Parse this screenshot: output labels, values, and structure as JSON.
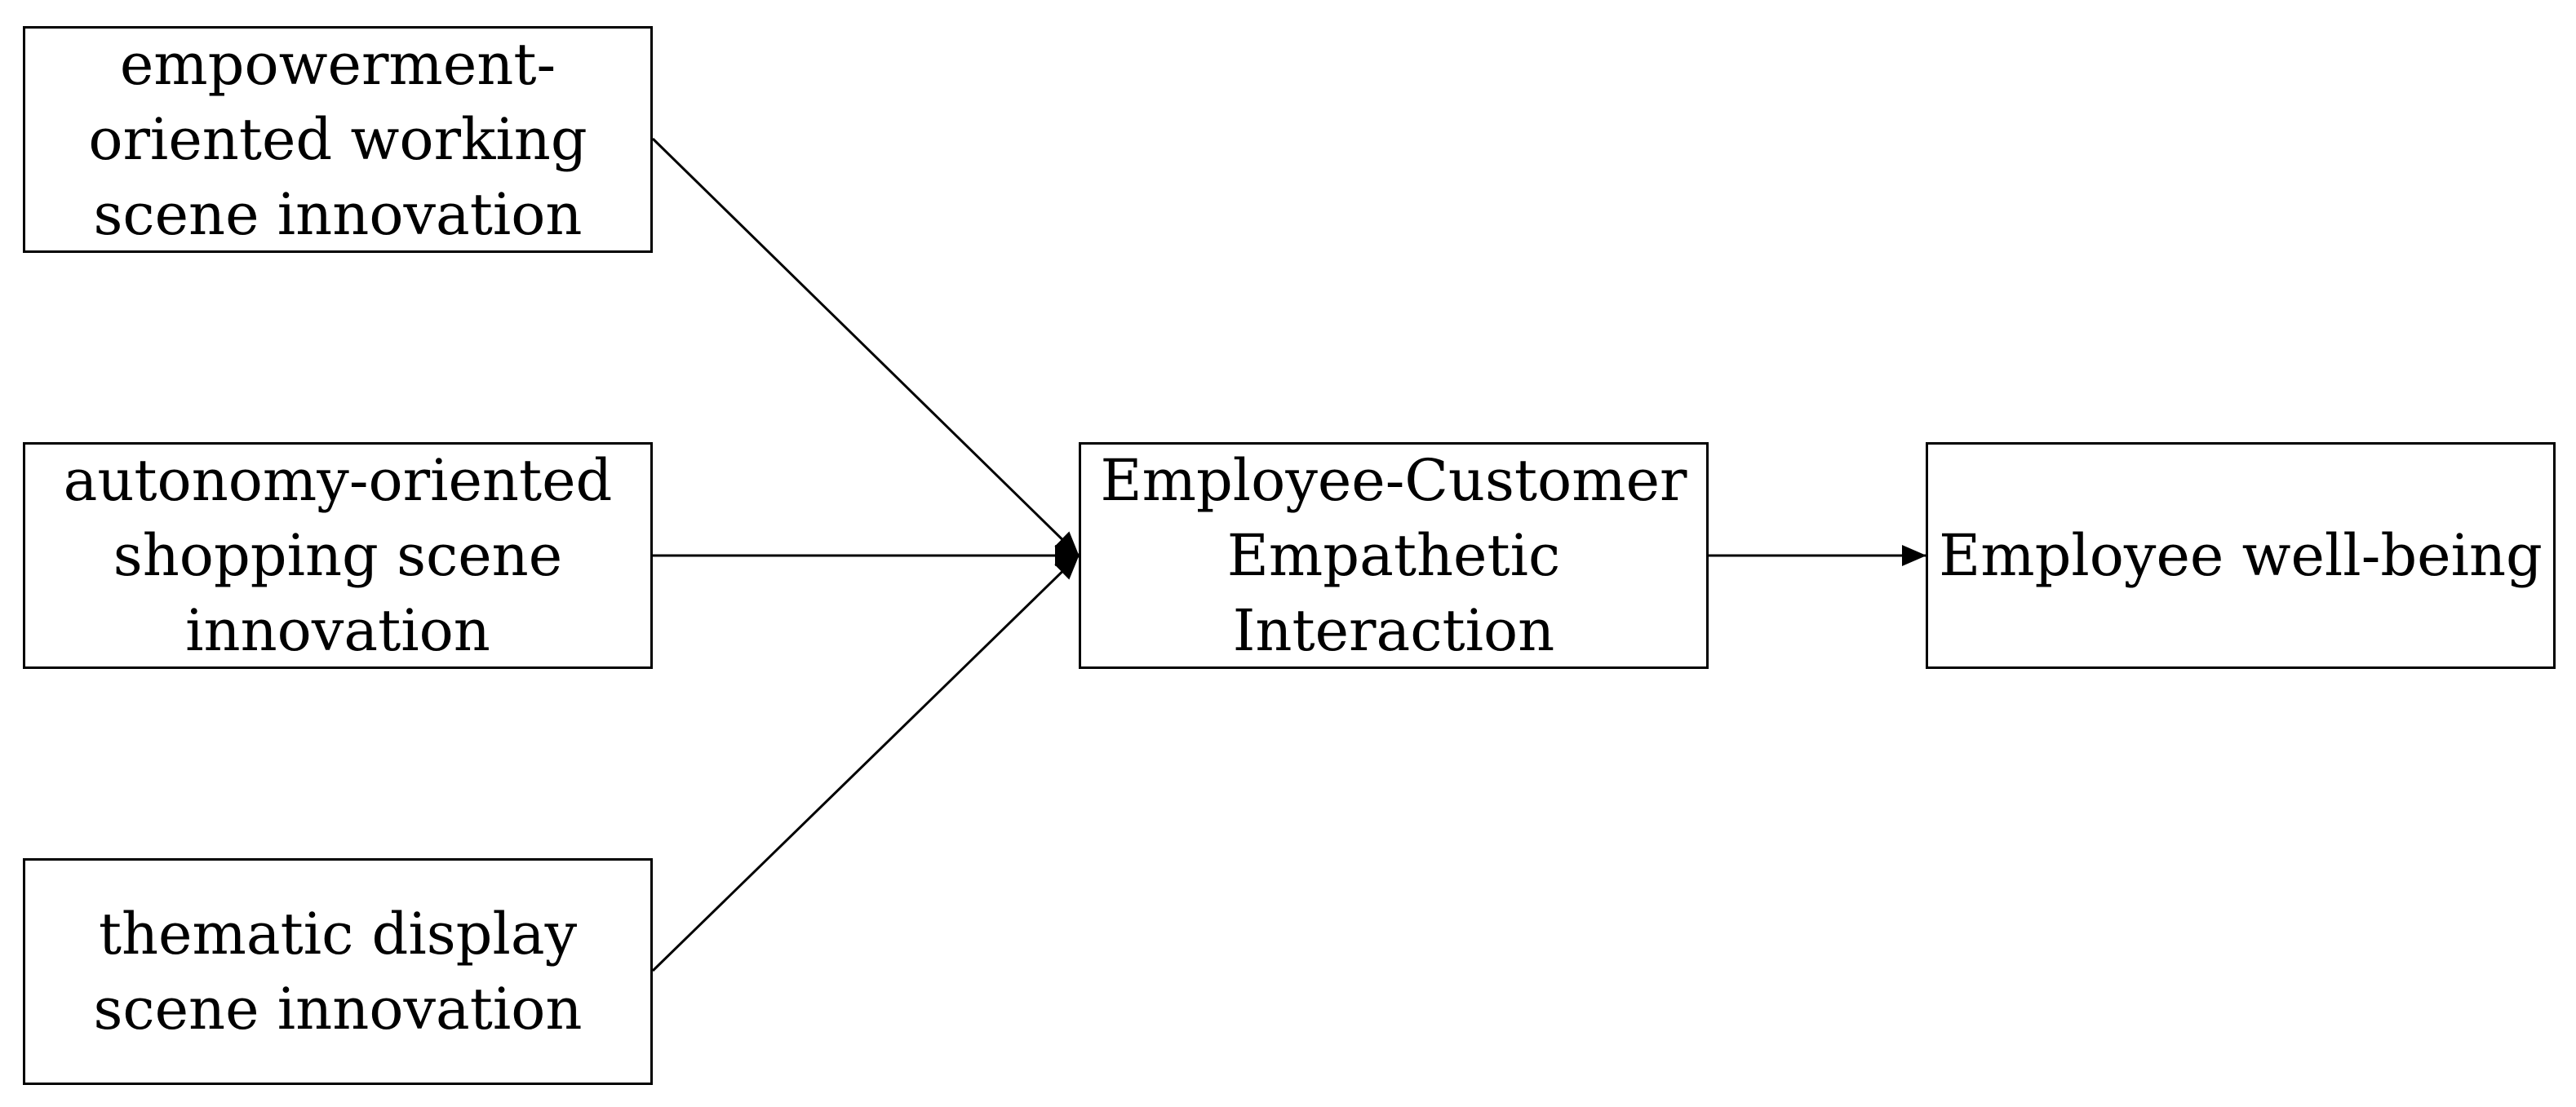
{
  "nodes": {
    "empowerment": {
      "lines": [
        "empowerment-",
        "oriented working",
        "scene innovation"
      ]
    },
    "autonomy": {
      "lines": [
        "autonomy-oriented",
        "shopping scene",
        "innovation"
      ]
    },
    "thematic": {
      "lines": [
        "thematic display",
        "scene innovation"
      ]
    },
    "interaction": {
      "lines": [
        "Employee-Customer",
        "Empathetic",
        "Interaction"
      ]
    },
    "wellbeing": {
      "lines": [
        "Employee well-being"
      ]
    }
  },
  "edges": [
    {
      "from": "empowerment",
      "to": "interaction"
    },
    {
      "from": "autonomy",
      "to": "interaction"
    },
    {
      "from": "thematic",
      "to": "interaction"
    },
    {
      "from": "interaction",
      "to": "wellbeing"
    }
  ]
}
